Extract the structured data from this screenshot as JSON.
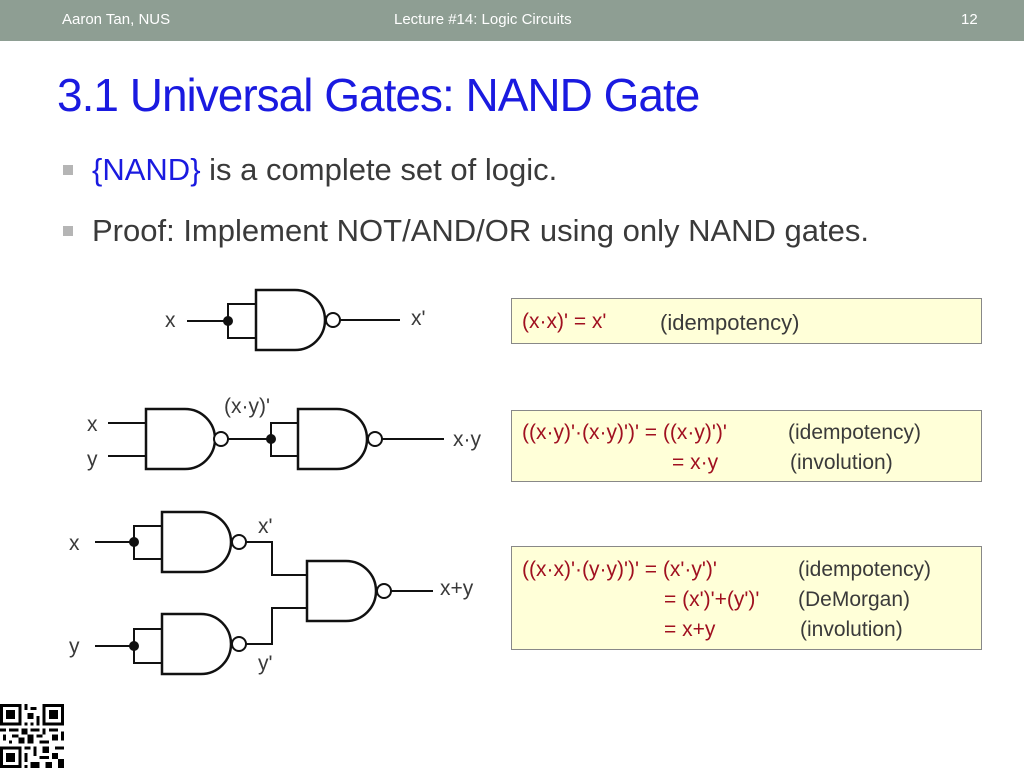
{
  "header": {
    "author": "Aaron Tan, NUS",
    "lecture": "Lecture #14: Logic Circuits",
    "page": "12"
  },
  "title": "3.1 Universal Gates: NAND Gate",
  "bullets": [
    {
      "highlight": "{NAND}",
      "text": " is a complete set of logic."
    },
    {
      "highlight": "",
      "text": "Proof: Implement NOT/AND/OR using only NAND gates."
    }
  ],
  "circuits": {
    "not": {
      "input": "x",
      "output": "x'"
    },
    "and": {
      "input1": "x",
      "input2": "y",
      "middle": "(x·y)'",
      "output": "x·y"
    },
    "or": {
      "input1": "x",
      "input2": "y",
      "mid1": "x'",
      "mid2": "y'",
      "output": "x+y"
    }
  },
  "equations": {
    "box1": {
      "eq": "(x·x)' = x'",
      "comment": "(idempotency)"
    },
    "box2": {
      "line1_eq": "((x·y)'·(x·y)')' = ((x·y)')'",
      "line1_comment": "(idempotency)",
      "line2_eq": "= x·y",
      "line2_comment": "(involution)"
    },
    "box3": {
      "line1_eq": "((x·x)'·(y·y)')' = (x'·y')'",
      "line1_comment": "(idempotency)",
      "line2_eq": "= (x')'+(y')'",
      "line2_comment": "(DeMorgan)",
      "line3_eq": "= x+y",
      "line3_comment": "(involution)"
    }
  },
  "colors": {
    "header_bg": "#8e9e93",
    "title": "#1a1ae0",
    "equation": "#a01020",
    "box_bg": "#ffffd8"
  }
}
